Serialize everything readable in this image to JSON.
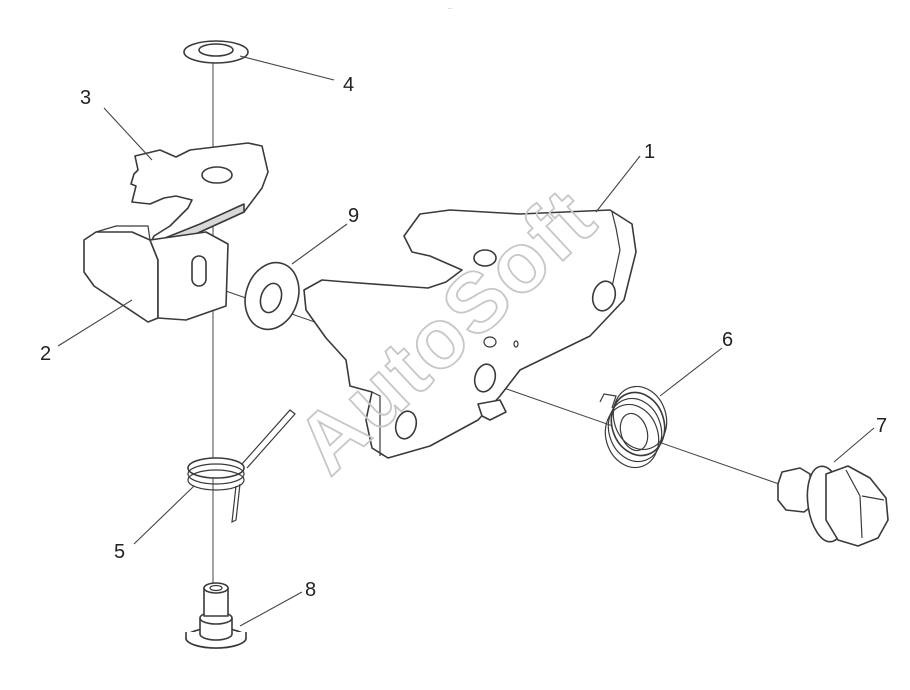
{
  "header": {
    "caption": "..."
  },
  "callouts": {
    "n1": "1",
    "n2": "2",
    "n3": "3",
    "n4": "4",
    "n5": "5",
    "n6": "6",
    "n7": "7",
    "n8": "8",
    "n9": "9"
  },
  "watermark": {
    "text": "AutoSoft"
  }
}
